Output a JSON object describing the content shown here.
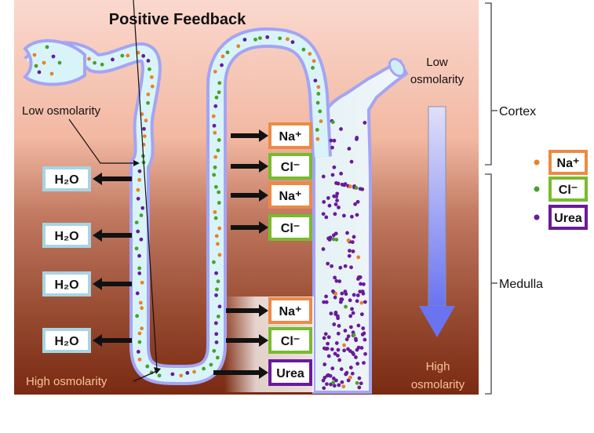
{
  "title": "Positive Feedback",
  "labels": {
    "low_osmolarity_loop": "Low osmolarity",
    "high_osmolarity_loop": "High osmolarity",
    "gradient_top_line1": "Low",
    "gradient_top_line2": "osmolarity",
    "gradient_bottom_line1": "High",
    "gradient_bottom_line2": "osmolarity",
    "cortex": "Cortex",
    "medulla": "Medulla"
  },
  "water_boxes": [
    {
      "text": "H₂O"
    },
    {
      "text": "H₂O"
    },
    {
      "text": "H₂O"
    },
    {
      "text": "H₂O"
    }
  ],
  "ion_boxes": [
    {
      "text": "Na⁺",
      "kind": "sodium"
    },
    {
      "text": "Cl⁻",
      "kind": "chloride"
    },
    {
      "text": "Na⁺",
      "kind": "sodium"
    },
    {
      "text": "Cl⁻",
      "kind": "chloride"
    },
    {
      "text": "Na⁺",
      "kind": "sodium"
    },
    {
      "text": "Cl⁻",
      "kind": "chloride"
    },
    {
      "text": "Urea",
      "kind": "urea"
    }
  ],
  "legend": [
    {
      "text": "Na⁺",
      "kind": "sodium"
    },
    {
      "text": "Cl⁻",
      "kind": "chloride"
    },
    {
      "text": "Urea",
      "kind": "urea"
    }
  ],
  "colors": {
    "sodium": "#e8822a",
    "chloride": "#4aa02a",
    "urea": "#6a1a9a",
    "sodium_border": "#ec8a45",
    "chloride_border": "#78bb2e",
    "urea_border": "#6a1a9a",
    "water_border": "#a8d4e4",
    "tubule_wall": "#a4a4f4",
    "tubule_fill": "#d8f4f8",
    "duct_fill": "#eef4f6",
    "bg_top": "#fad6cc",
    "bg_bottom": "#7a2c14",
    "highlight_text": "#f8c498"
  }
}
